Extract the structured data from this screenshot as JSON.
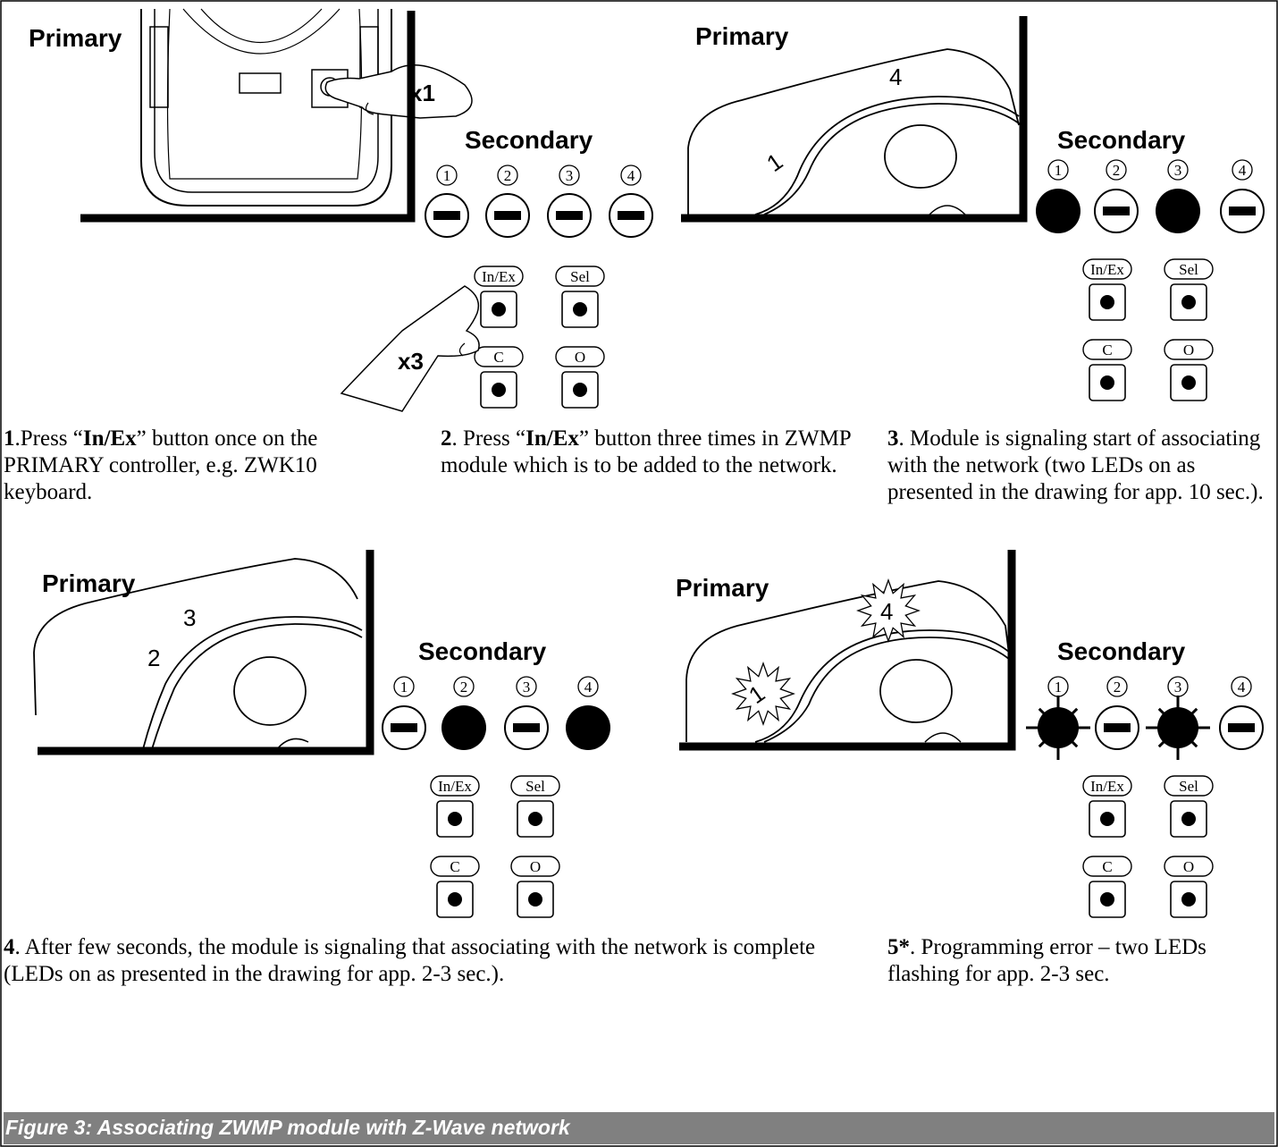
{
  "labels": {
    "primary": "Primary",
    "secondary": "Secondary",
    "press_x1": "x1",
    "press_x3": "x3",
    "led_numbers": [
      "1",
      "2",
      "3",
      "4"
    ],
    "btn_inex": "In/Ex",
    "btn_sel": "Sel",
    "btn_c": "C",
    "btn_o": "O",
    "remote_digits": {
      "panel2_a": "4",
      "panel2_b": "1",
      "panel4_a": "3",
      "panel4_b": "2",
      "panel5_a": "4",
      "panel5_b": "1"
    }
  },
  "steps": [
    {
      "num": "1",
      "sep": ".",
      "pre": "Press “",
      "key": "In/Ex",
      "post": "” button once on the PRIMARY controller, e.g. ZWK10 keyboard."
    },
    {
      "num": "2",
      "sep": ". ",
      "pre": "Press “",
      "key": "In/Ex",
      "post": "” button three times in ZWMP module which is to be added to the network."
    },
    {
      "num": "3",
      "sep": ". ",
      "pre": "",
      "key": "",
      "post": "Module is signaling start of associating with the network (two LEDs on as presented in the drawing for app. 10 sec.)."
    },
    {
      "num": "4",
      "sep": ". ",
      "pre": "",
      "key": "",
      "post": "After few seconds, the module is signaling that associating with the network is complete (LEDs on as presented in the drawing for app. 2-3 sec.)."
    },
    {
      "num": "5*",
      "sep": ". ",
      "pre": "",
      "key": "",
      "post": "Programming error – two LEDs flashing for app. 2-3 sec."
    }
  ],
  "figure_caption": "Figure 3: Associating ZWMP module with Z-Wave network",
  "led_states": {
    "panel1": [
      "off",
      "off",
      "off",
      "off"
    ],
    "panel2": [
      "on",
      "off",
      "on",
      "off"
    ],
    "panel4": [
      "off",
      "on",
      "off",
      "on"
    ],
    "panel5": [
      "flash",
      "off",
      "flash",
      "off"
    ]
  }
}
